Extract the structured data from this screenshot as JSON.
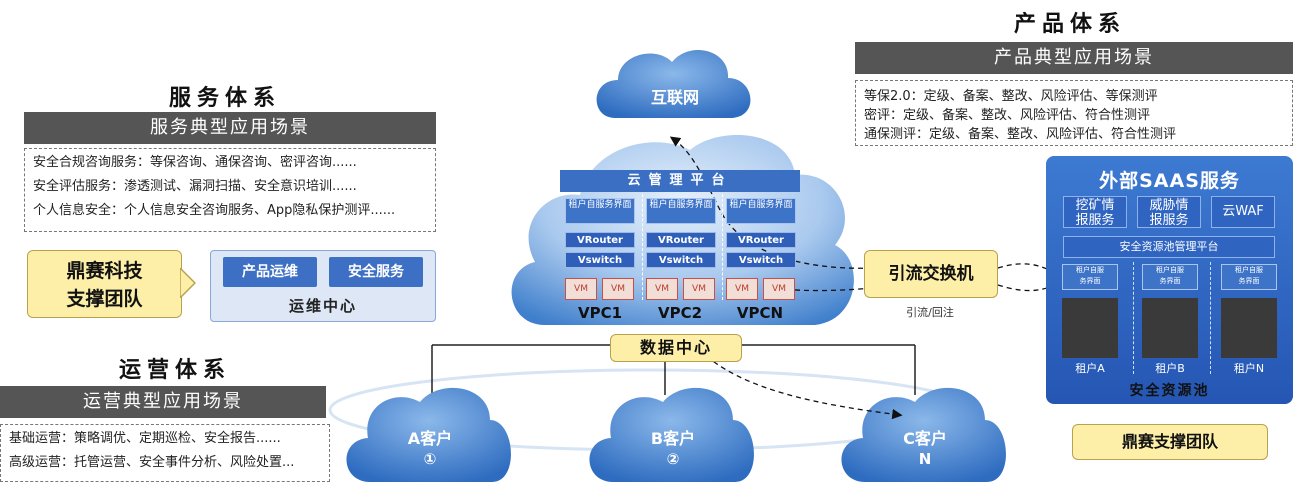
{
  "service": {
    "title": "服务体系",
    "bar": "服务典型应用场景",
    "lines": [
      "安全合规咨询服务：等保咨询、通保咨询、密评咨询......",
      "安全评估服务：渗透测试、漏洞扫描、安全意识培训......",
      "个人信息安全：个人信息安全咨询服务、App隐私保护测评......"
    ]
  },
  "support_left": "鼎赛科技\n支撑团队",
  "ops_center": {
    "btn1": "产品运维",
    "btn2": "安全服务",
    "label": "运维中心"
  },
  "operation": {
    "title": "运营体系",
    "bar": "运营典型应用场景",
    "lines": [
      "基础运营：策略调优、定期巡检、安全报告......",
      "高级运营：托管运营、安全事件分析、风险处置..."
    ]
  },
  "product": {
    "title": "产品体系",
    "bar": "产品典型应用场景",
    "lines": [
      "等保2.0：定级、备案、整改、风险评估、等保测评",
      "密评：定级、备案、整改、风险评估、符合性测评",
      "通保测评：定级、备案、整改、风险评估、符合性测评"
    ]
  },
  "internet": "互联网",
  "cloud_platform": "云管理平台",
  "vpcs": [
    {
      "tenant": "租户自服务界面",
      "vrouter": "VRouter",
      "vswitch": "Vswitch",
      "vm1": "VM",
      "vm2": "VM",
      "label": "VPC1"
    },
    {
      "tenant": "租户自服务界面",
      "vrouter": "VRouter",
      "vswitch": "Vswitch",
      "vm1": "VM",
      "vm2": "VM",
      "label": "VPC2"
    },
    {
      "tenant": "租户自服务界面",
      "vrouter": "VRouter",
      "vswitch": "Vswitch",
      "vm1": "VM",
      "vm2": "VM",
      "label": "VPCN"
    }
  ],
  "datacenter": "数据中心",
  "traffic_switch": "引流交换机",
  "traffic_note": "引流/回注",
  "customers": [
    {
      "name": "A客户",
      "num": "①"
    },
    {
      "name": "B客户",
      "num": "②"
    },
    {
      "name": "C客户",
      "num": "N"
    }
  ],
  "saas": {
    "title": "外部SAAS服务",
    "btns": [
      "挖矿情\n报服务",
      "威胁情\n报服务",
      "云WAF"
    ],
    "platform": "安全资源池管理平台",
    "tenants": [
      {
        "portal": "租户自服\n务界面",
        "label": "租户A"
      },
      {
        "portal": "租户自服\n务界面",
        "label": "租户B"
      },
      {
        "portal": "租户自服\n务界面",
        "label": "租户N"
      }
    ],
    "pool_label": "安全资源池"
  },
  "support_right": "鼎赛支撑团队",
  "colors": {
    "cloud": "#3a78c8",
    "dark_bar": "#555555",
    "yellow": "#fdefa8",
    "accent_blue": "#2f64c0"
  }
}
